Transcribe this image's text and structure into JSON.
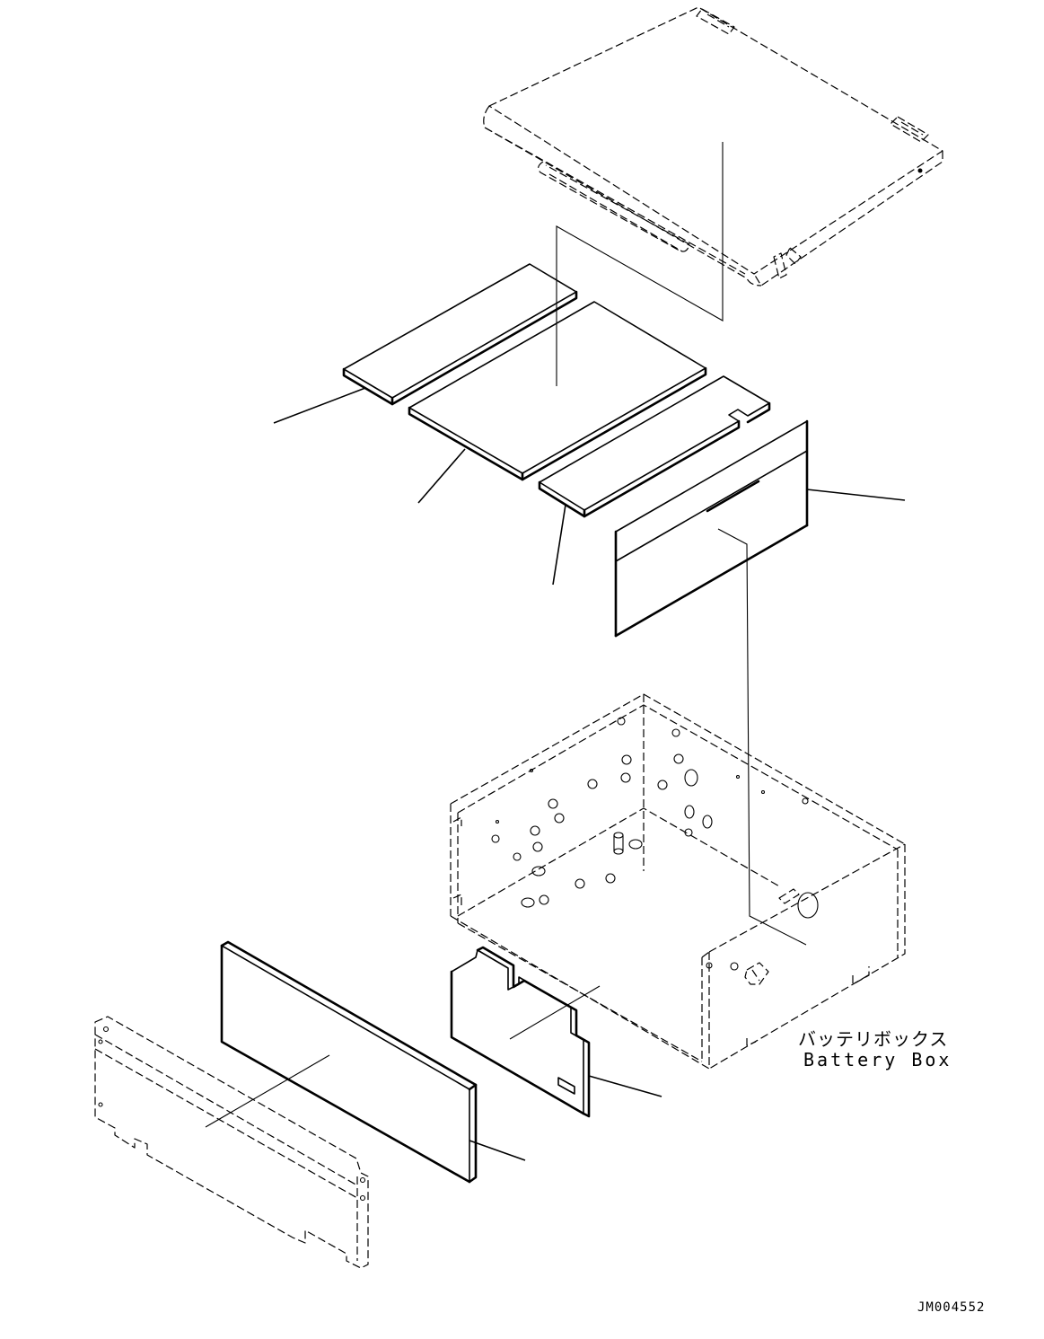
{
  "callout": {
    "name_jp": "バッテリボックス",
    "name_en": "Battery Box"
  },
  "drawing_number": "JM004552",
  "parts": [
    {
      "id": "cover",
      "kind": "phantom"
    },
    {
      "id": "top-pad-left",
      "kind": "solid"
    },
    {
      "id": "top-pad-center",
      "kind": "solid"
    },
    {
      "id": "top-pad-right",
      "kind": "solid"
    },
    {
      "id": "side-pad-right",
      "kind": "solid"
    },
    {
      "id": "box-body",
      "kind": "phantom"
    },
    {
      "id": "front-pad",
      "kind": "solid"
    },
    {
      "id": "notched-pad",
      "kind": "solid"
    },
    {
      "id": "front-plate",
      "kind": "phantom"
    }
  ]
}
